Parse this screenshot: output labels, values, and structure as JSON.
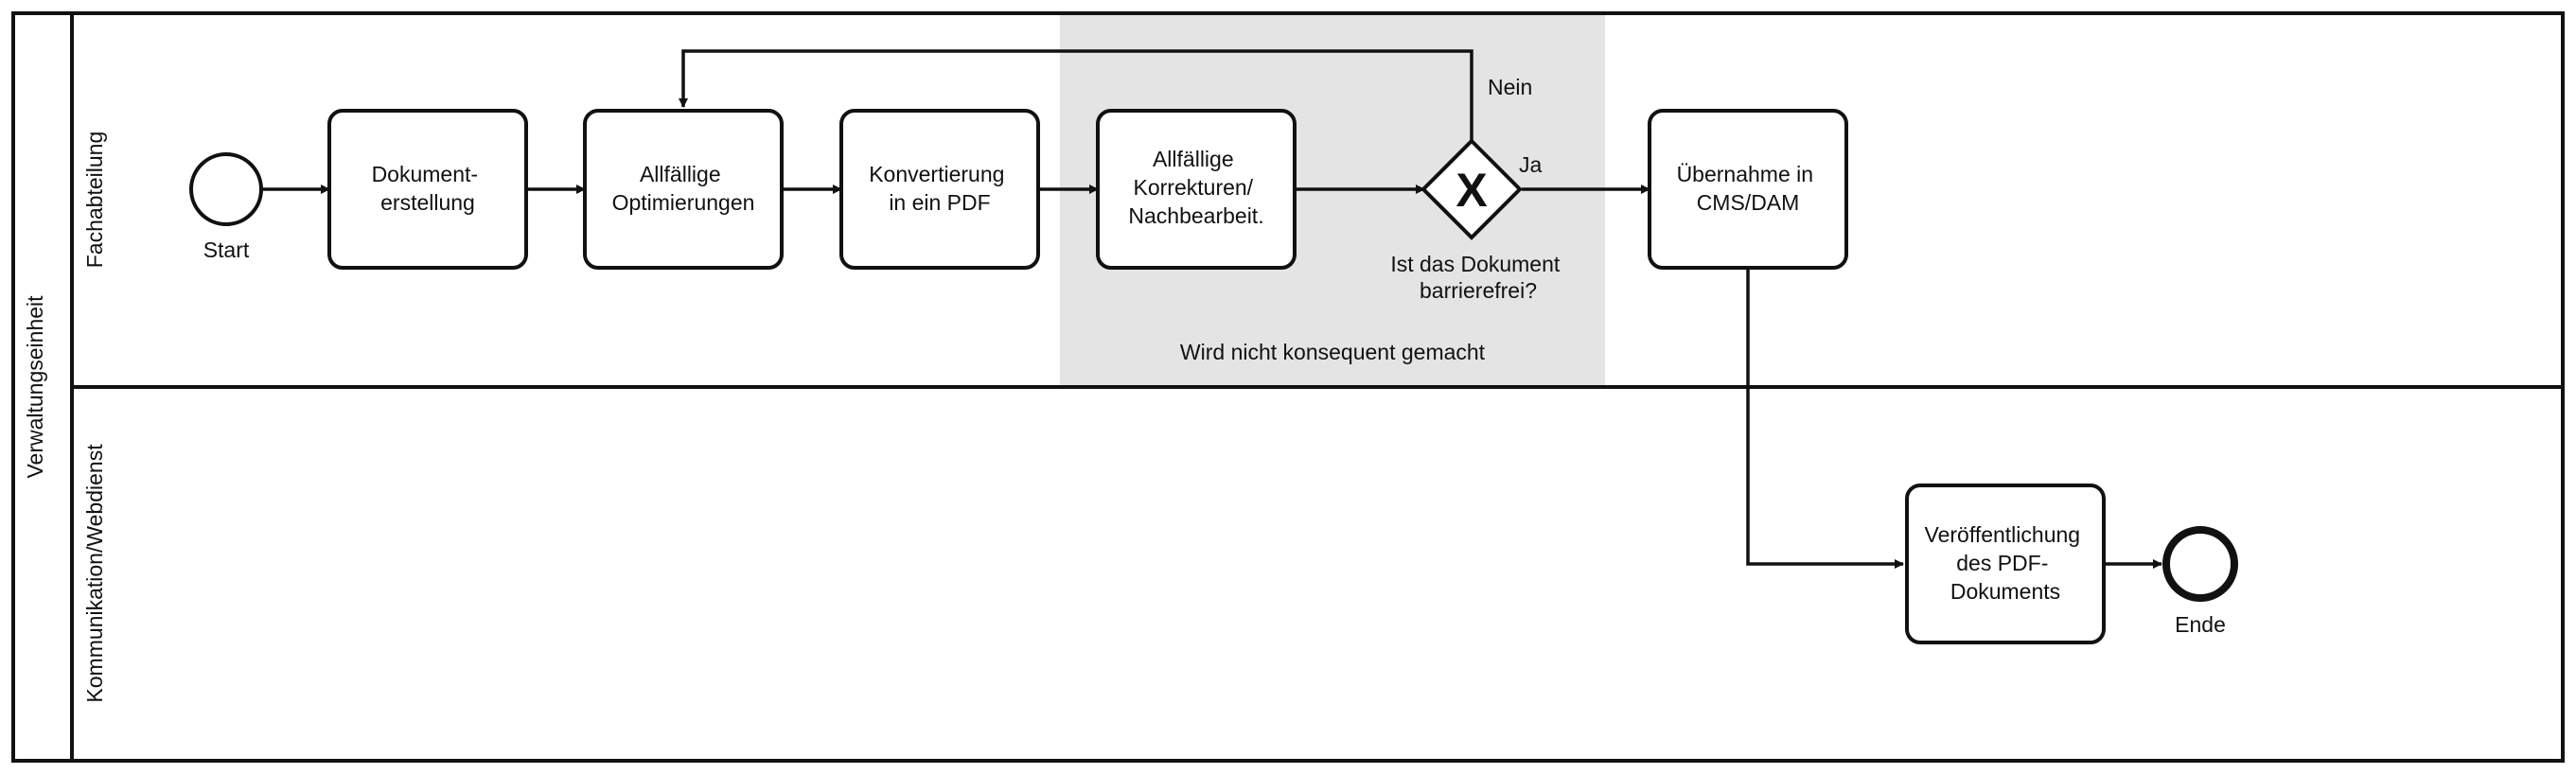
{
  "pool": {
    "label": "Verwaltungseinheit",
    "lanes": [
      {
        "id": "fachabteilung",
        "label": "Fachabteilung"
      },
      {
        "id": "kommunikation",
        "label": "Kommunikation/Webdienst"
      }
    ]
  },
  "group": {
    "label": "Wird nicht konsequent gemacht"
  },
  "events": {
    "start": {
      "label": "Start"
    },
    "end": {
      "label": "Ende"
    }
  },
  "tasks": [
    {
      "id": "t1",
      "lines": [
        "Dokument-",
        "erstellung"
      ]
    },
    {
      "id": "t2",
      "lines": [
        "Allfällige",
        "Optimierungen"
      ]
    },
    {
      "id": "t3",
      "lines": [
        "Konvertierung",
        "in ein PDF"
      ]
    },
    {
      "id": "t4",
      "lines": [
        "Allfällige",
        "Korrekturen/",
        "Nachbearbeit."
      ]
    },
    {
      "id": "t5",
      "lines": [
        "Übernahme in",
        "CMS/DAM"
      ]
    },
    {
      "id": "t6",
      "lines": [
        "Veröffentlichung",
        "des PDF-",
        "Dokuments"
      ]
    }
  ],
  "gateway": {
    "type": "exclusive",
    "marker": "X",
    "question_lines": [
      "Ist das Dokument",
      "barrierefrei?"
    ],
    "yes_label": "Ja",
    "no_label": "Nein"
  },
  "colors": {
    "stroke": "#111111",
    "group_fill": "#e4e4e4",
    "background": "#ffffff"
  }
}
